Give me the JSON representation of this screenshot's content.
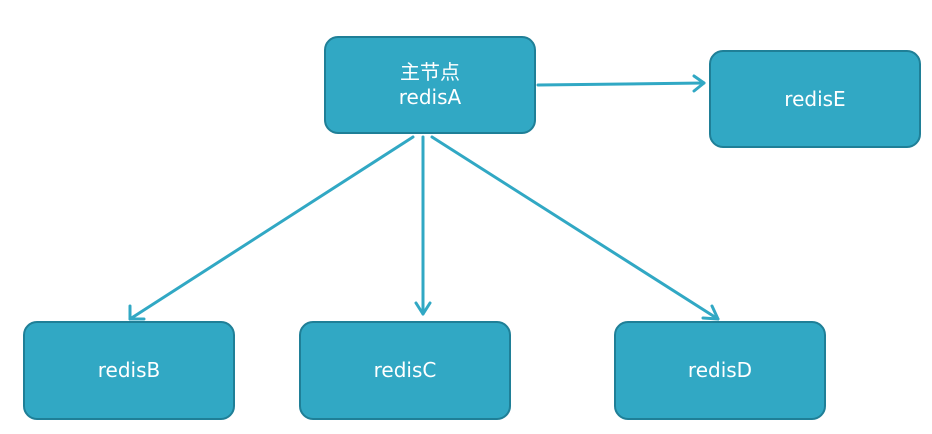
{
  "nodes": {
    "a": {
      "title": "主节点",
      "label": "redisA"
    },
    "b": {
      "label": "redisB"
    },
    "c": {
      "label": "redisC"
    },
    "d": {
      "label": "redisD"
    },
    "e": {
      "label": "redisE"
    }
  },
  "edges": [
    {
      "from": "redisA",
      "to": "redisB"
    },
    {
      "from": "redisA",
      "to": "redisC"
    },
    {
      "from": "redisA",
      "to": "redisD"
    },
    {
      "from": "redisA",
      "to": "redisE"
    }
  ],
  "colors": {
    "node_fill": "#31a8c4",
    "node_border": "#1f7f97",
    "edge": "#31a8c4",
    "text": "#ffffff"
  }
}
